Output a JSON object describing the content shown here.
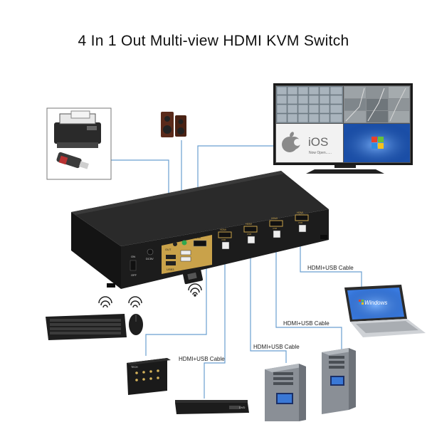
{
  "title": "4 In 1 Out Multi-view HDMI KVM Switch",
  "monitor": {
    "brand": "iOS",
    "subtitle": "Now Open......"
  },
  "laptop": {
    "screen_text": "Windows"
  },
  "kvm": {
    "label_hdmi": "HDMI",
    "label_usb": "USB",
    "label_on": "ON",
    "label_off": "OFF",
    "label_dc": "DC5V",
    "label_out": "OUT",
    "label_usb3": "USB3"
  },
  "controller": {
    "label": "TECH"
  },
  "dvd": {
    "label": "DVD"
  },
  "cables": [
    {
      "label": "HDMI+USB Cable"
    },
    {
      "label": "HDMI+USB Cable"
    },
    {
      "label": "HDMI+USB Cable"
    },
    {
      "label": "HDMI+USB Cable"
    }
  ],
  "colors": {
    "cable": "#6a9fd0",
    "gold_panel": "#c9a24a",
    "chassis": "#1c1c1c"
  }
}
